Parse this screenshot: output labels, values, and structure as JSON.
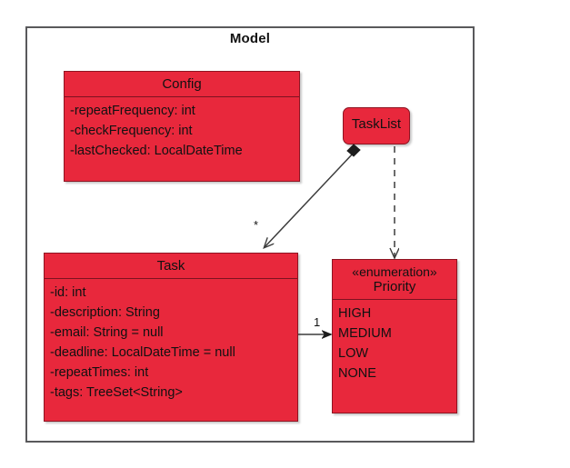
{
  "diagram": {
    "type": "uml-class-diagram",
    "package_title": "Model",
    "colors": {
      "class_fill": "#e8283c",
      "class_border": "#8e1422",
      "frame_border": "#59595b",
      "text": "#111111",
      "connector": "#3c3c3c"
    }
  },
  "classes": [
    {
      "id": "config",
      "name": "Config",
      "stereotype": "",
      "attributes": [
        "-repeatFrequency: int",
        "-checkFrequency: int",
        "-lastChecked: LocalDateTime"
      ]
    },
    {
      "id": "tasklist",
      "name": "TaskList",
      "stereotype": "",
      "attributes": []
    },
    {
      "id": "task",
      "name": "Task",
      "stereotype": "",
      "attributes": [
        "-id: int",
        "-description: String",
        "-email: String = null",
        "-deadline: LocalDateTime = null",
        "-repeatTimes: int",
        "-tags: TreeSet<String>"
      ]
    },
    {
      "id": "priority",
      "name": "Priority",
      "stereotype": "«enumeration»",
      "attributes": [
        "HIGH",
        "MEDIUM",
        "LOW",
        "NONE"
      ]
    }
  ],
  "relationships": [
    {
      "id": "tasklist-task",
      "from": "TaskList",
      "to": "Task",
      "kind": "composition",
      "line": "solid",
      "source_marker": "filled-diamond",
      "target_marker": "open-arrow",
      "label": "*"
    },
    {
      "id": "tasklist-priority",
      "from": "TaskList",
      "to": "Priority",
      "kind": "dependency",
      "line": "dashed",
      "source_marker": "none",
      "target_marker": "open-arrow",
      "label": ""
    },
    {
      "id": "task-priority",
      "from": "Task",
      "to": "Priority",
      "kind": "association",
      "line": "solid",
      "source_marker": "none",
      "target_marker": "filled-arrow",
      "label": "1"
    }
  ]
}
